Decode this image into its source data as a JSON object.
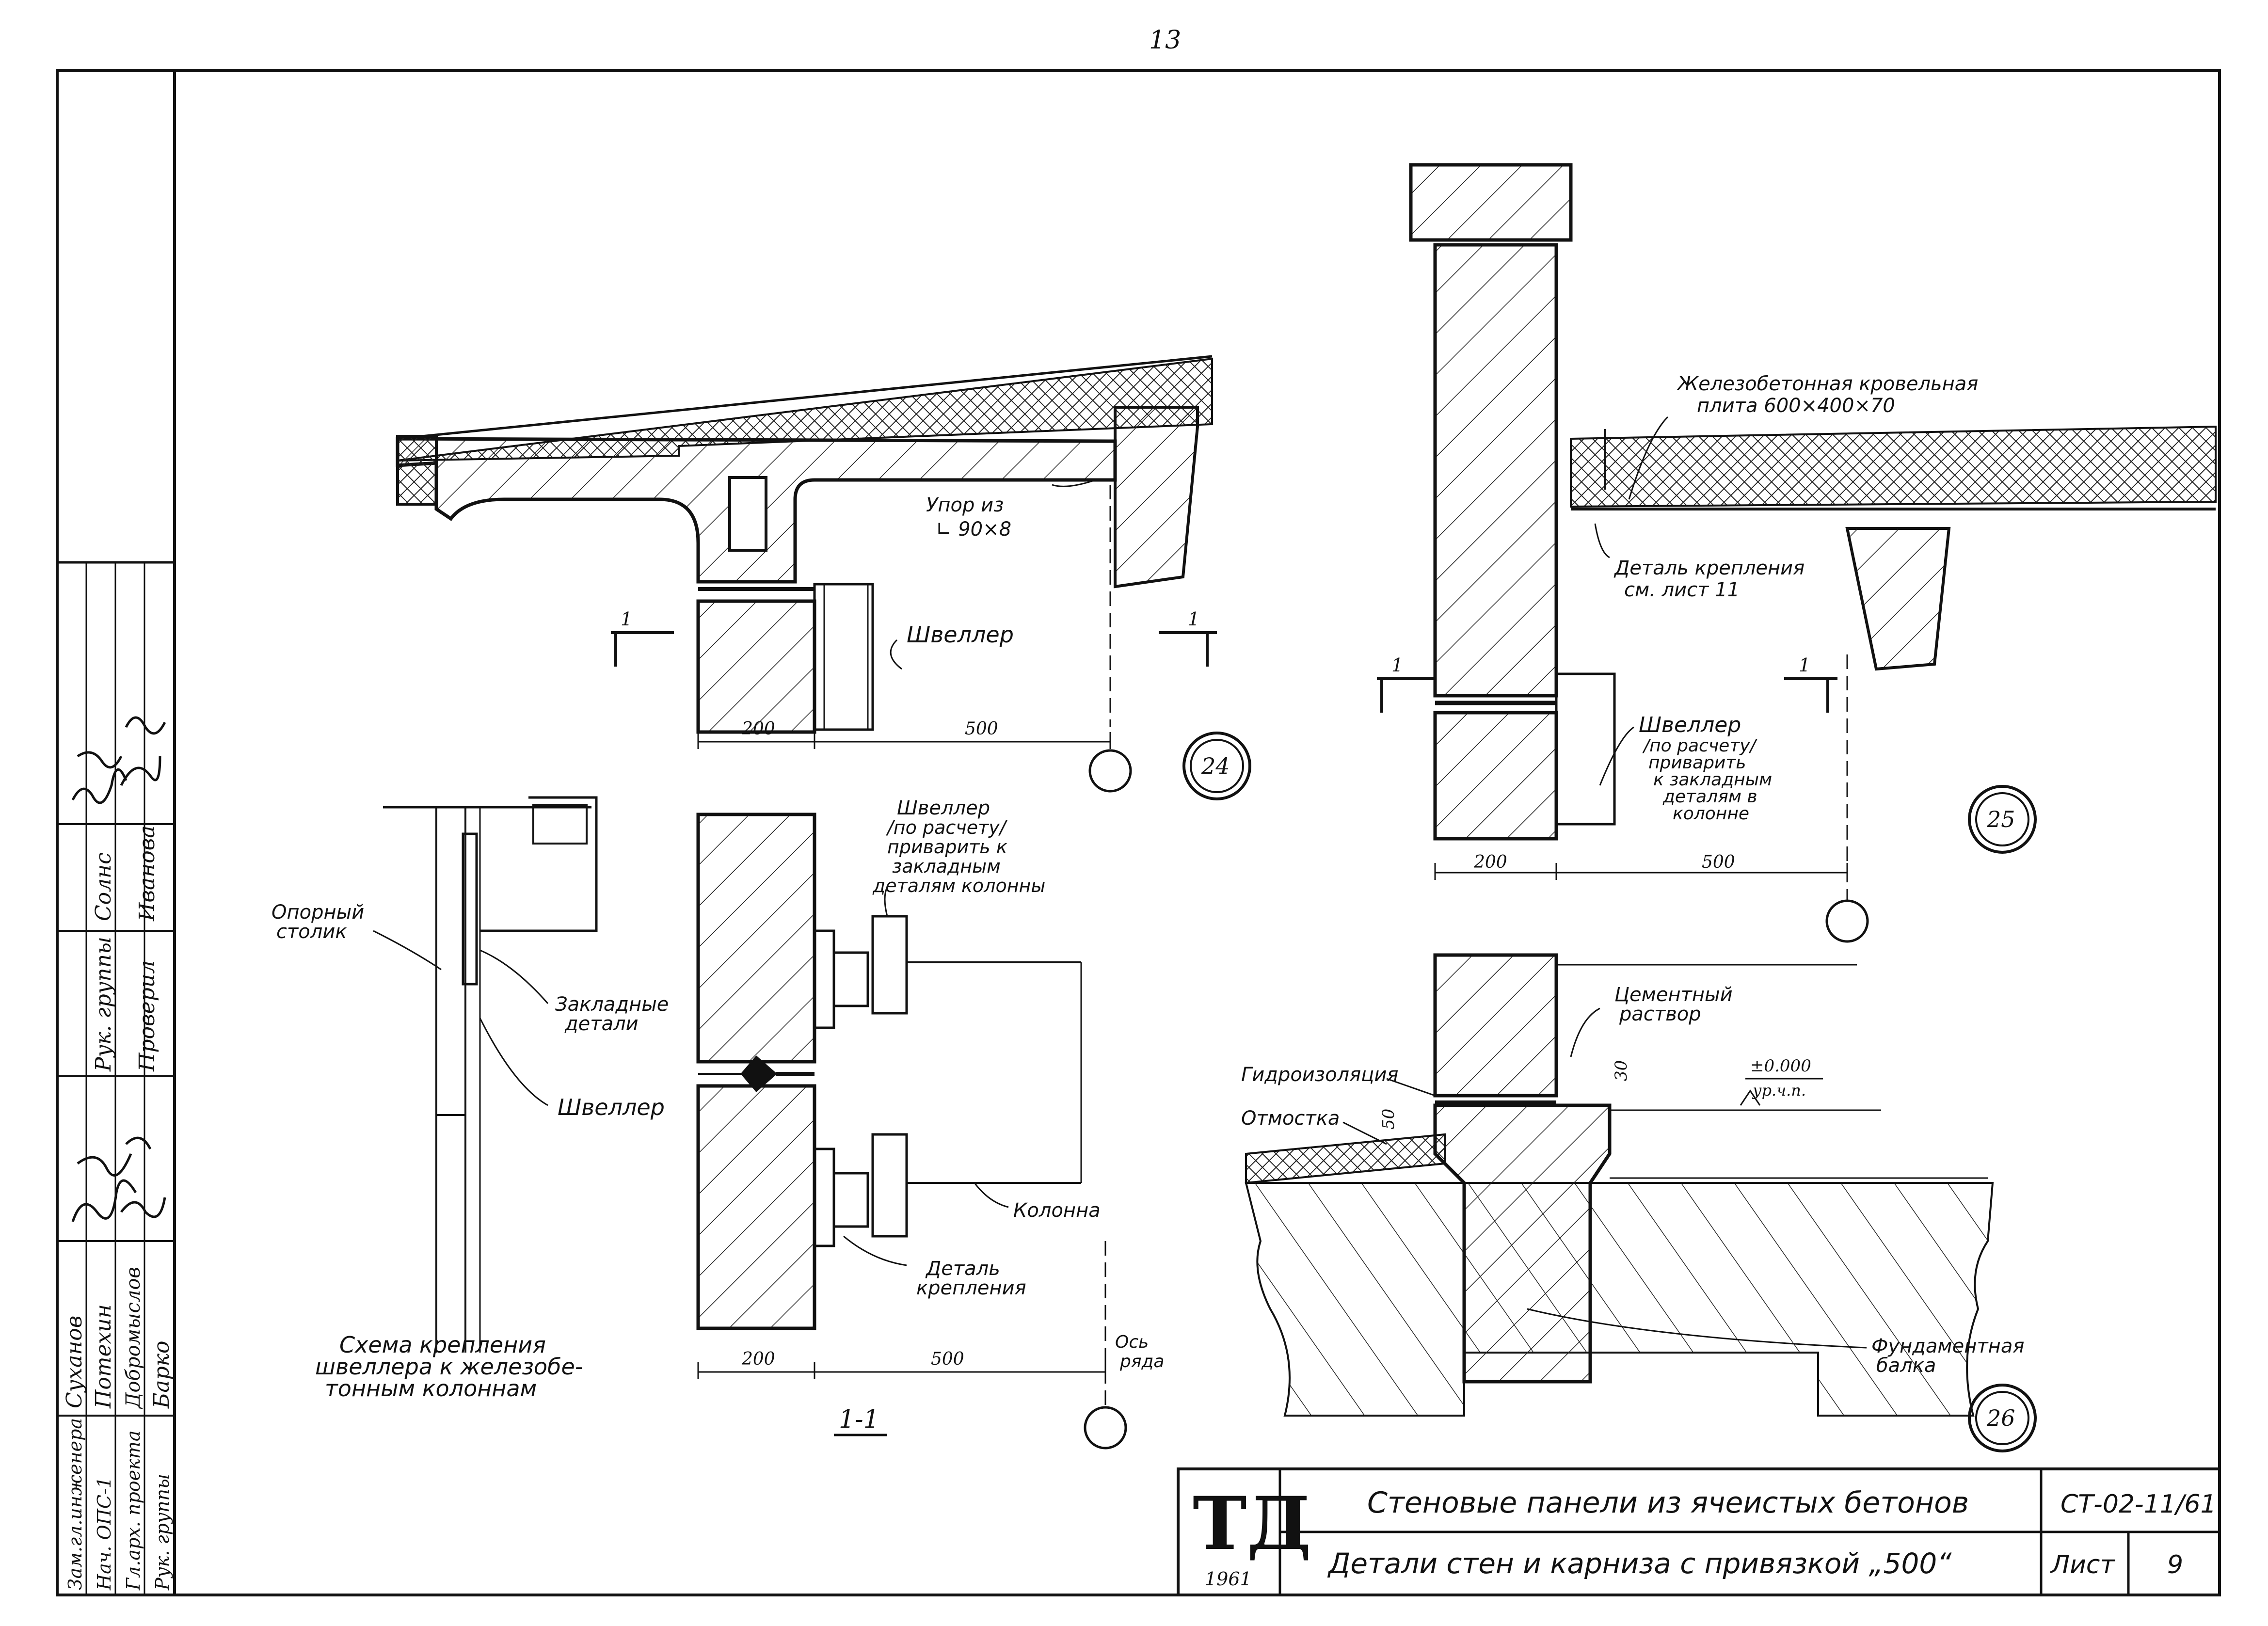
{
  "page_number": "13",
  "labels": {
    "upor_1": "Упор из",
    "upor_2": "∟ 90×8",
    "shveller": "Швеллер",
    "sec_mark": "1",
    "dim_200": "200",
    "dim_500": "500",
    "detail_24": "24",
    "detail_25": "25",
    "detail_26": "26",
    "plate_1": "Железобетонная кровельная",
    "plate_2": "плита 600×400×70",
    "fix_1": "Деталь крепления",
    "fix_2": "см. лист 11",
    "sh25_1": "Швеллер",
    "sh25_2": "/по расчету/",
    "sh25_3": "приварить",
    "sh25_4": "к закладным",
    "sh25_5": "деталям в",
    "sh25_6": "колонне",
    "opor_1": "Опорный",
    "opor_2": "столик",
    "zakl_1": "Закладные",
    "zakl_2": "детали",
    "shveller_left": "Швеллер",
    "schema_1": "Схема крепления",
    "schema_2": "швеллера к железобе-",
    "schema_3": "тонным колоннам",
    "sh11_1": "Швеллер",
    "sh11_2": "/по расчету/",
    "sh11_3": "приварить к",
    "sh11_4": "закладным",
    "sh11_5": "деталям колонны",
    "kolonna": "Колонна",
    "det_1": "Деталь",
    "det_2": "крепления",
    "os_1": "Ось",
    "os_2": "ряда",
    "section_title": "1-1",
    "cem_1": "Цементный",
    "cem_2": "раствор",
    "level_1": "±0.000",
    "level_2": "ур.ч.п.",
    "dim_30": "30",
    "dim_50": "50",
    "gidro": "Гидроизоляция",
    "otmostka": "Отмостка",
    "fund_1": "Фундаментная",
    "fund_2": "балка"
  },
  "side_stamp": {
    "roles": [
      "Зам.гл.инженера",
      "Нач. ОПС-1",
      "Гл.арх. проекта",
      "Рук. группы"
    ],
    "names": [
      "Суханов",
      "Потехин",
      "Добромыслов",
      "Барко"
    ],
    "col_roles": [
      "Рук. группы",
      "Солнс"
    ],
    "col_names": [
      "Проверил",
      "Иванова"
    ]
  },
  "title_block": {
    "logo": "ТД",
    "year": "1961",
    "title_1": "Стеновые панели из ячеистых бетонов",
    "title_2": "Детали стен и карниза с привязкой „500“",
    "code": "СТ-02-11/61",
    "sheet_label": "Лист",
    "sheet_no": "9"
  }
}
